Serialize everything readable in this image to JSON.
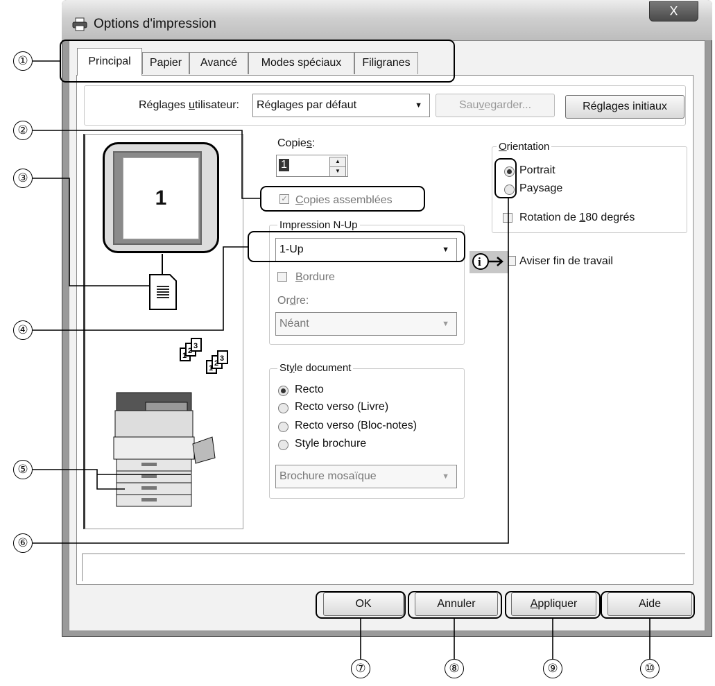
{
  "window": {
    "title": "Options d'impression",
    "close_label": "X"
  },
  "tabs": [
    "Principal",
    "Papier",
    "Avancé",
    "Modes spéciaux",
    "Filigranes"
  ],
  "user_settings": {
    "label_pre": "Réglages ",
    "label_mn": "u",
    "label_post": "tilisateur:",
    "selected": "Réglages par défaut",
    "save_pre": "Sau",
    "save_mn": "v",
    "save_post": "egarder...",
    "reset_pre": "Ré",
    "reset_mn": "g",
    "reset_post": "lages initiaux"
  },
  "preview": {
    "page_number": "1"
  },
  "copies": {
    "label_pre": "Copie",
    "label_mn": "s",
    "label_post": ":",
    "value": "1",
    "collate_mn": "C",
    "collate_post": "opies assemblées"
  },
  "nup": {
    "group_label": "Impression N-Up",
    "selected": "1-Up",
    "border_mn": "B",
    "border_post": "ordure",
    "order_pre": "Or",
    "order_mn": "d",
    "order_post": "re:",
    "order_selected": "Néant"
  },
  "orientation": {
    "label_mn": "O",
    "label_post": "rientation",
    "portrait": "Portrait",
    "landscape": "Paysage",
    "rotate_pre": "Rotation de ",
    "rotate_mn": "1",
    "rotate_post": "80 degrés"
  },
  "notify": {
    "label": "Aviser fin de travail"
  },
  "document_style": {
    "label_pre": "St",
    "label_mn": "y",
    "label_post": "le document",
    "options": [
      "Recto",
      "Recto verso (Livre)",
      "Recto verso (Bloc-notes)",
      "Style brochure"
    ],
    "brochure_selected": "Brochure mosaïque"
  },
  "footer": {
    "ok": "OK",
    "cancel": "Annuler",
    "apply_mn": "A",
    "apply_post": "ppliquer",
    "help": "Aide"
  },
  "callouts": [
    "①",
    "②",
    "③",
    "④",
    "⑤",
    "⑥",
    "⑦",
    "⑧",
    "⑨",
    "⑩"
  ]
}
